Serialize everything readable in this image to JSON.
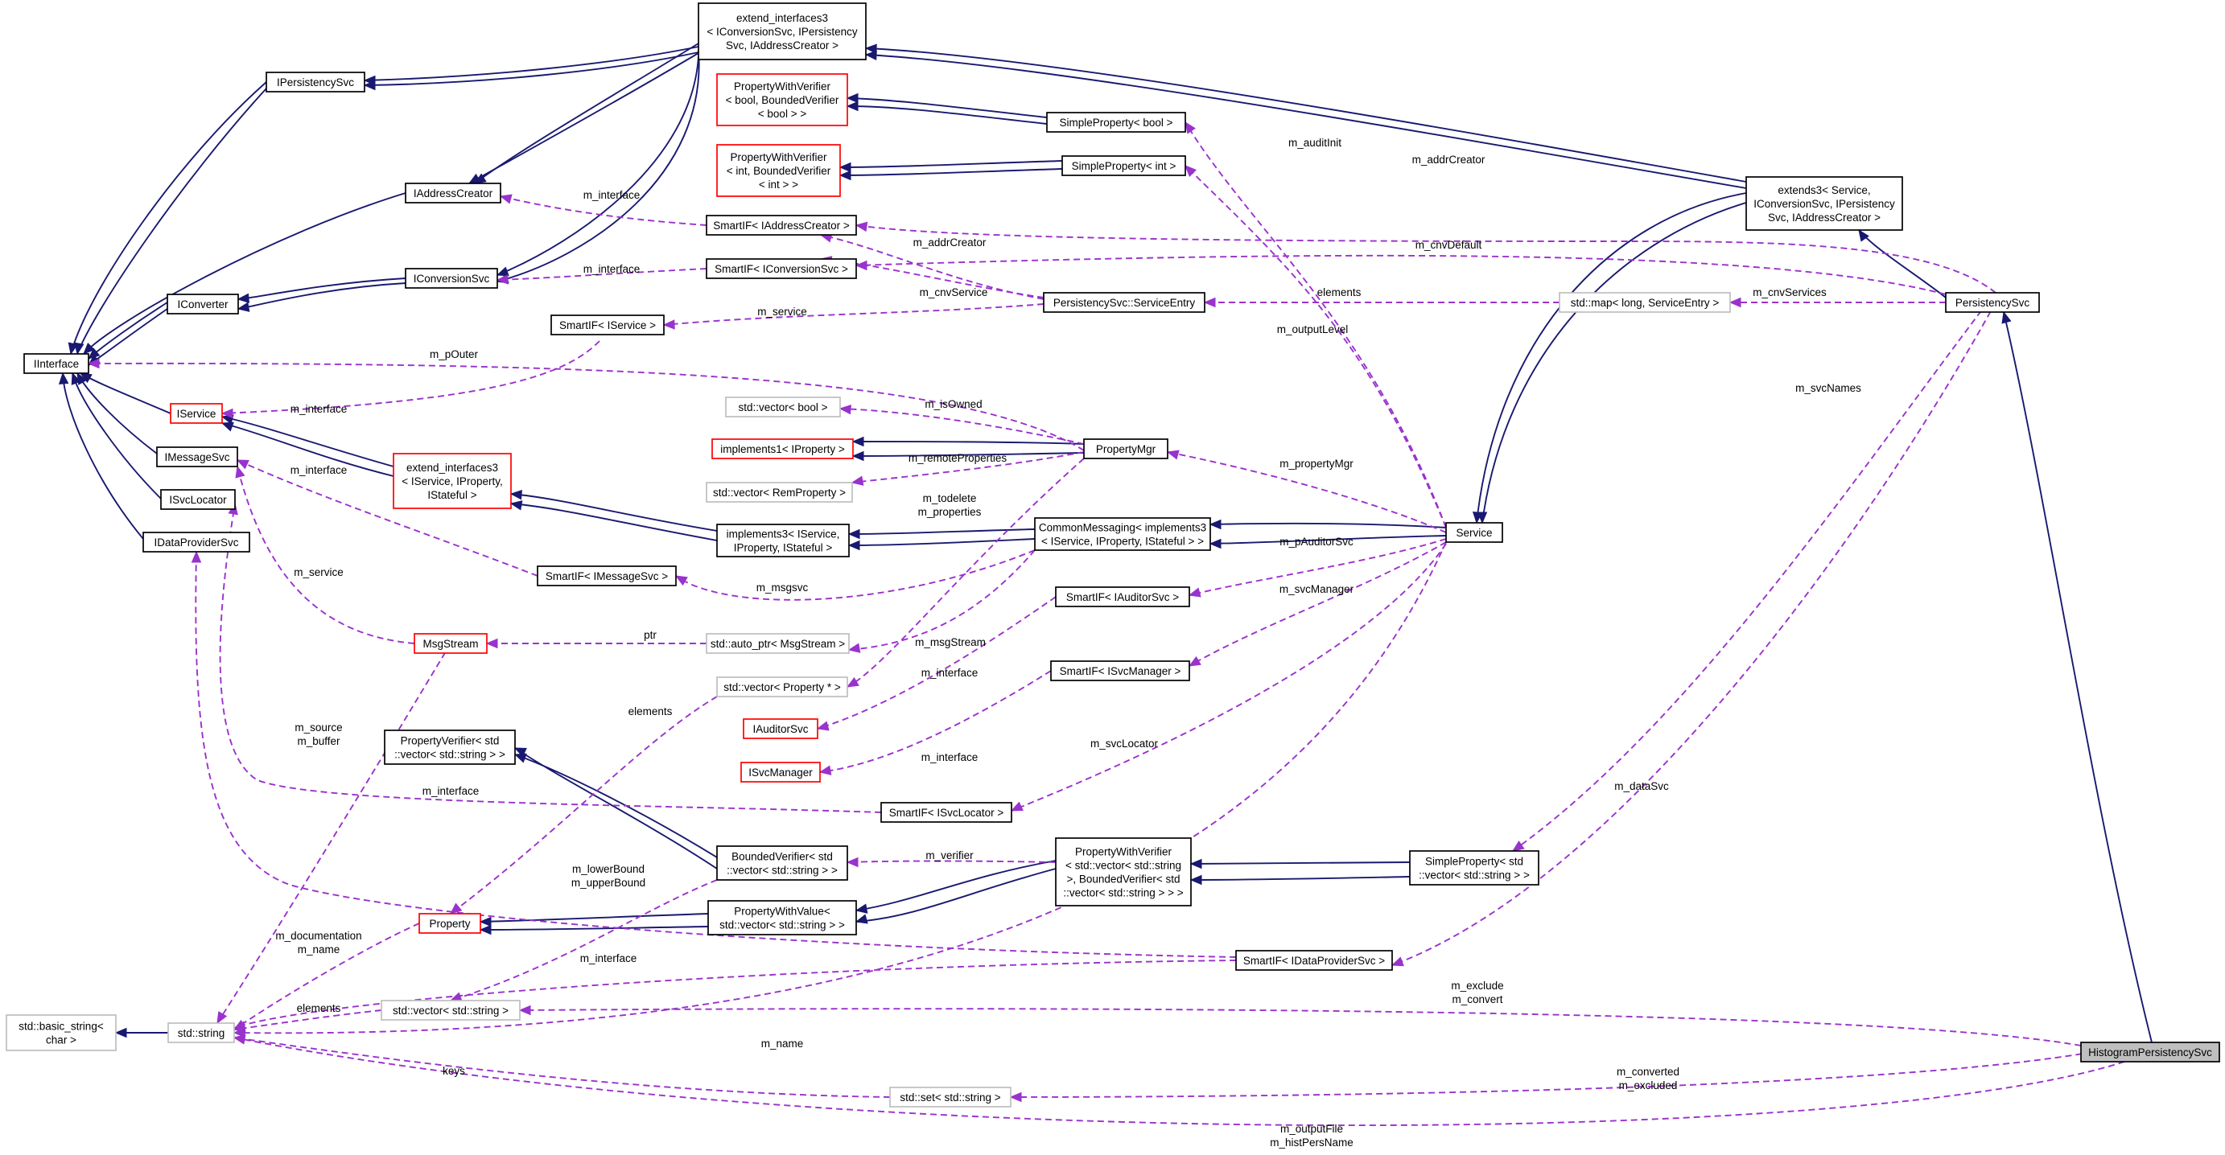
{
  "nodes": {
    "extend_interfaces3_top": {
      "lines": [
        "extend_interfaces3",
        "< IConversionSvc, IPersistency",
        "Svc, IAddressCreator >"
      ],
      "style": "normal"
    },
    "IPersistencySvc": {
      "lines": [
        "IPersistencySvc"
      ],
      "style": "normal"
    },
    "IAddressCreator": {
      "lines": [
        "IAddressCreator"
      ],
      "style": "normal"
    },
    "IConversionSvc": {
      "lines": [
        "IConversionSvc"
      ],
      "style": "normal"
    },
    "IConverter": {
      "lines": [
        "IConverter"
      ],
      "style": "normal"
    },
    "IInterface": {
      "lines": [
        "IInterface"
      ],
      "style": "normal"
    },
    "IService": {
      "lines": [
        "IService"
      ],
      "style": "red"
    },
    "IMessageSvc": {
      "lines": [
        "IMessageSvc"
      ],
      "style": "normal"
    },
    "ISvcLocator": {
      "lines": [
        "ISvcLocator"
      ],
      "style": "normal"
    },
    "IDataProviderSvc": {
      "lines": [
        "IDataProviderSvc"
      ],
      "style": "normal"
    },
    "PWV_bool": {
      "lines": [
        "PropertyWithVerifier",
        "< bool, BoundedVerifier",
        "< bool > >"
      ],
      "style": "red"
    },
    "PWV_int": {
      "lines": [
        "PropertyWithVerifier",
        "< int, BoundedVerifier",
        "< int > >"
      ],
      "style": "red"
    },
    "SP_bool": {
      "lines": [
        "SimpleProperty< bool >"
      ],
      "style": "normal"
    },
    "SP_int": {
      "lines": [
        "SimpleProperty< int >"
      ],
      "style": "normal"
    },
    "SmartIF_IAddressCreator": {
      "lines": [
        "SmartIF< IAddressCreator >"
      ],
      "style": "normal"
    },
    "SmartIF_IConversionSvc": {
      "lines": [
        "SmartIF< IConversionSvc >"
      ],
      "style": "normal"
    },
    "PS_ServiceEntry": {
      "lines": [
        "PersistencySvc::ServiceEntry"
      ],
      "style": "normal"
    },
    "SmartIF_IService": {
      "lines": [
        "SmartIF< IService >"
      ],
      "style": "normal"
    },
    "vec_bool": {
      "lines": [
        "std::vector< bool >"
      ],
      "style": "gray"
    },
    "implements1": {
      "lines": [
        "implements1< IProperty >"
      ],
      "style": "red"
    },
    "PropertyMgr": {
      "lines": [
        "PropertyMgr"
      ],
      "style": "normal"
    },
    "vec_RemProperty": {
      "lines": [
        "std::vector< RemProperty >"
      ],
      "style": "gray"
    },
    "extend_interfaces3_mid": {
      "lines": [
        "extend_interfaces3",
        "< IService, IProperty,",
        "IStateful >"
      ],
      "style": "red"
    },
    "implements3": {
      "lines": [
        "implements3< IService,",
        "IProperty, IStateful >"
      ],
      "style": "normal"
    },
    "CommonMessaging": {
      "lines": [
        "CommonMessaging< implements3",
        "< IService, IProperty, IStateful > >"
      ],
      "style": "normal"
    },
    "Service": {
      "lines": [
        "Service"
      ],
      "style": "normal"
    },
    "extends3": {
      "lines": [
        "extends3< Service,",
        "IConversionSvc, IPersistency",
        "Svc, IAddressCreator >"
      ],
      "style": "normal"
    },
    "map_ServiceEntry": {
      "lines": [
        "std::map< long, ServiceEntry >"
      ],
      "style": "gray"
    },
    "PersistencySvc": {
      "lines": [
        "PersistencySvc"
      ],
      "style": "normal"
    },
    "SmartIF_IMessageSvc": {
      "lines": [
        "SmartIF< IMessageSvc >"
      ],
      "style": "normal"
    },
    "SmartIF_IAuditorSvc": {
      "lines": [
        "SmartIF< IAuditorSvc >"
      ],
      "style": "normal"
    },
    "MsgStream": {
      "lines": [
        "MsgStream"
      ],
      "style": "red"
    },
    "auto_ptr_MsgStream": {
      "lines": [
        "std::auto_ptr< MsgStream >"
      ],
      "style": "gray"
    },
    "vec_Property_ptr": {
      "lines": [
        "std::vector< Property * >"
      ],
      "style": "gray"
    },
    "SmartIF_ISvcManager": {
      "lines": [
        "SmartIF< ISvcManager >"
      ],
      "style": "normal"
    },
    "IAuditorSvc": {
      "lines": [
        "IAuditorSvc"
      ],
      "style": "red"
    },
    "ISvcManager": {
      "lines": [
        "ISvcManager"
      ],
      "style": "red"
    },
    "PropertyVerifier": {
      "lines": [
        "PropertyVerifier< std",
        "::vector< std::string > >"
      ],
      "style": "normal"
    },
    "SmartIF_ISvcLocator": {
      "lines": [
        "SmartIF< ISvcLocator >"
      ],
      "style": "normal"
    },
    "BoundedVerifier": {
      "lines": [
        "BoundedVerifier< std",
        "::vector< std::string > >"
      ],
      "style": "normal"
    },
    "PWV_vec": {
      "lines": [
        "PropertyWithVerifier",
        "< std::vector< std::string",
        ">, BoundedVerifier< std",
        "::vector< std::string > > >"
      ],
      "style": "normal"
    },
    "SP_vec": {
      "lines": [
        "SimpleProperty< std",
        "::vector< std::string > >"
      ],
      "style": "normal"
    },
    "Property": {
      "lines": [
        "Property"
      ],
      "style": "red"
    },
    "PropertyWithValue": {
      "lines": [
        "PropertyWithValue<",
        "std::vector< std::string > >"
      ],
      "style": "normal"
    },
    "SmartIF_IDataProviderSvc": {
      "lines": [
        "SmartIF< IDataProviderSvc >"
      ],
      "style": "normal"
    },
    "basic_string": {
      "lines": [
        "std::basic_string<",
        "char >"
      ],
      "style": "gray"
    },
    "std_string": {
      "lines": [
        "std::string"
      ],
      "style": "gray"
    },
    "vec_string": {
      "lines": [
        "std::vector< std::string >"
      ],
      "style": "gray"
    },
    "set_string": {
      "lines": [
        "std::set< std::string >"
      ],
      "style": "gray"
    },
    "HistogramPersistencySvc": {
      "lines": [
        "HistogramPersistencySvc"
      ],
      "style": "highlight"
    }
  },
  "edge_labels": {
    "m_interface": "m_interface",
    "m_addrCreator": "m_addrCreator",
    "m_cnvDefault": "m_cnvDefault",
    "m_cnvService": "m_cnvService",
    "m_service": "m_service",
    "elements": "elements",
    "m_cnvServices": "m_cnvServices",
    "m_pOuter": "m_pOuter",
    "m_isOwned": "m_isOwned",
    "m_remoteProperties": "m_remoteProperties",
    "m_todelete_properties": [
      "m_todelete",
      "m_properties"
    ],
    "m_propertyMgr": "m_propertyMgr",
    "m_pAuditorSvc": "m_pAuditorSvc",
    "m_msgsvc": "m_msgsvc",
    "m_svcManager": "m_svcManager",
    "ptr": "ptr",
    "m_msgStream": "m_msgStream",
    "m_source_buffer": [
      "m_source",
      "m_buffer"
    ],
    "m_svcLocator": "m_svcLocator",
    "m_verifier": "m_verifier",
    "m_lowerBound_upperBound": [
      "m_lowerBound",
      "m_upperBound"
    ],
    "m_documentation_name": [
      "m_documentation",
      "m_name"
    ],
    "m_name": "m_name",
    "keys": "keys",
    "m_exclude_convert": [
      "m_exclude",
      "m_convert"
    ],
    "m_converted_excluded": [
      "m_converted",
      "m_excluded"
    ],
    "m_outputFile_histPersName": [
      "m_outputFile",
      "m_histPersName"
    ],
    "m_auditInit": "m_auditInit",
    "m_outputLevel": "m_outputLevel",
    "m_svcNames": "m_svcNames",
    "m_dataSvc": "m_dataSvc"
  }
}
